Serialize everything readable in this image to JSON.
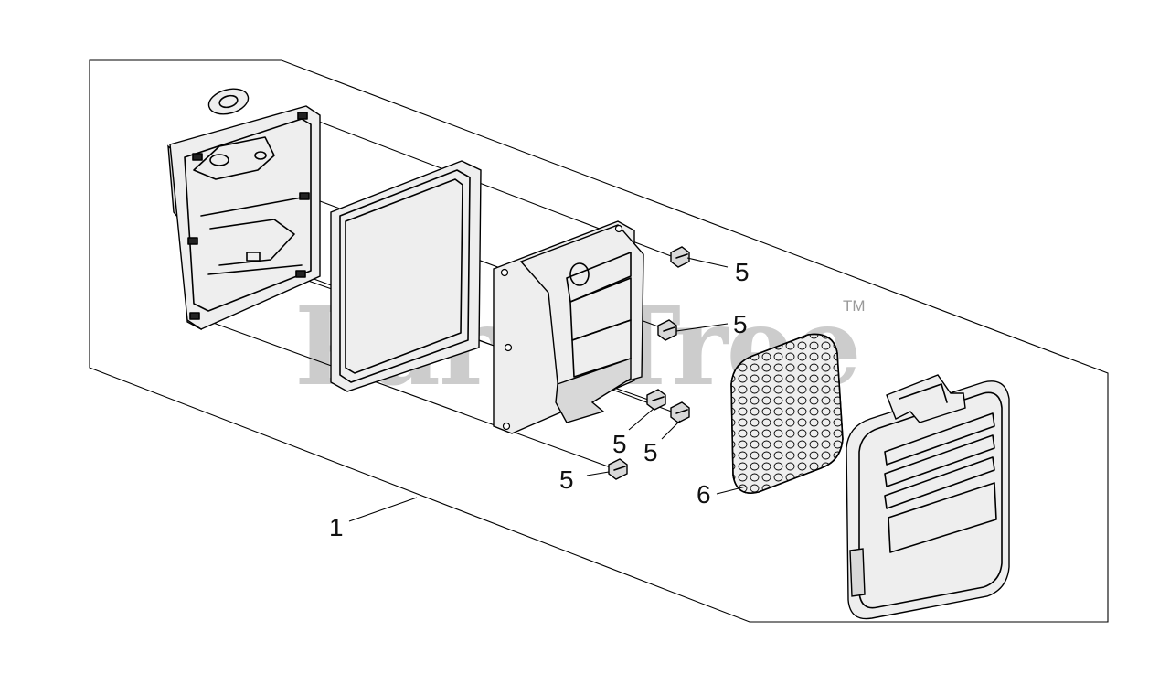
{
  "watermark": {
    "brand": "PartsTree",
    "trademark": "TM"
  },
  "callouts": [
    {
      "id": "c5a",
      "label": "5"
    },
    {
      "id": "c5b",
      "label": "5"
    },
    {
      "id": "c5c",
      "label": "5"
    },
    {
      "id": "c5d",
      "label": "5"
    },
    {
      "id": "c5e",
      "label": "5"
    },
    {
      "id": "c6",
      "label": "6"
    },
    {
      "id": "c1",
      "label": "1"
    }
  ]
}
